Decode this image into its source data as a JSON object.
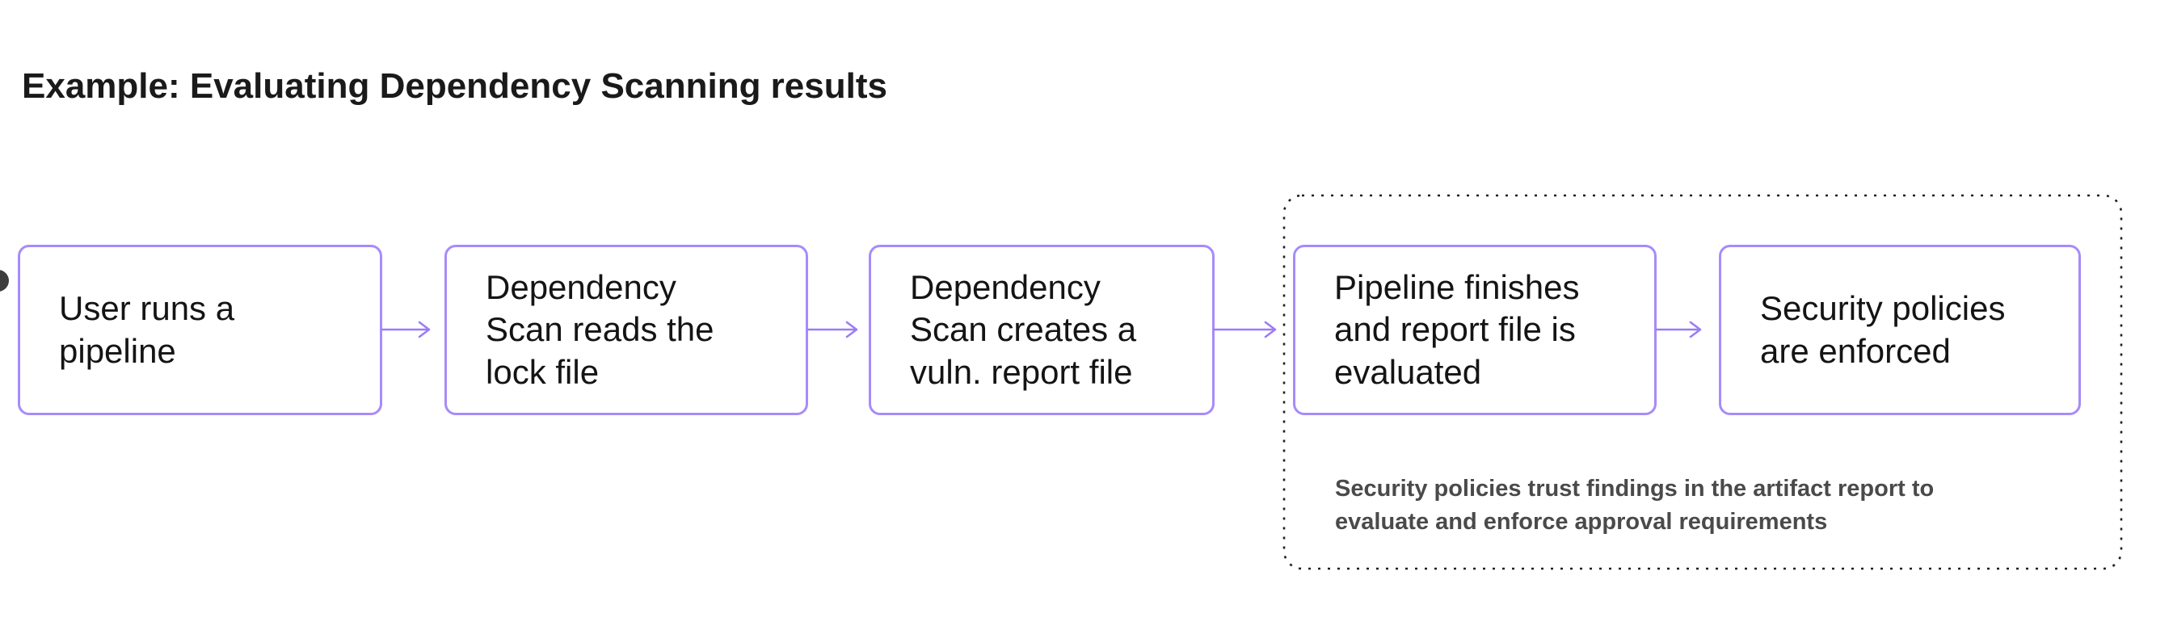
{
  "title": "Example: Evaluating Dependency Scanning results",
  "colors": {
    "accent": "#a78bfa",
    "arrow": "#9c7df4",
    "dotted-border": "#1f1f1f",
    "title-text": "#1a1a1a",
    "box-text": "#141414",
    "note-text": "#4a4a4a",
    "node-gray": "#3d3d3d"
  },
  "flow": {
    "steps": [
      {
        "label": "User runs a\npipeline"
      },
      {
        "label": "Dependency\nScan reads the\nlock file"
      },
      {
        "label": "Dependency\nScan creates a\nvuln. report file"
      },
      {
        "label": "Pipeline finishes\nand report file is\nevaluated"
      },
      {
        "label": "Security policies\nare enforced"
      }
    ],
    "group_note": "Security policies trust findings in the artifact report to\nevaluate and enforce approval requirements"
  }
}
